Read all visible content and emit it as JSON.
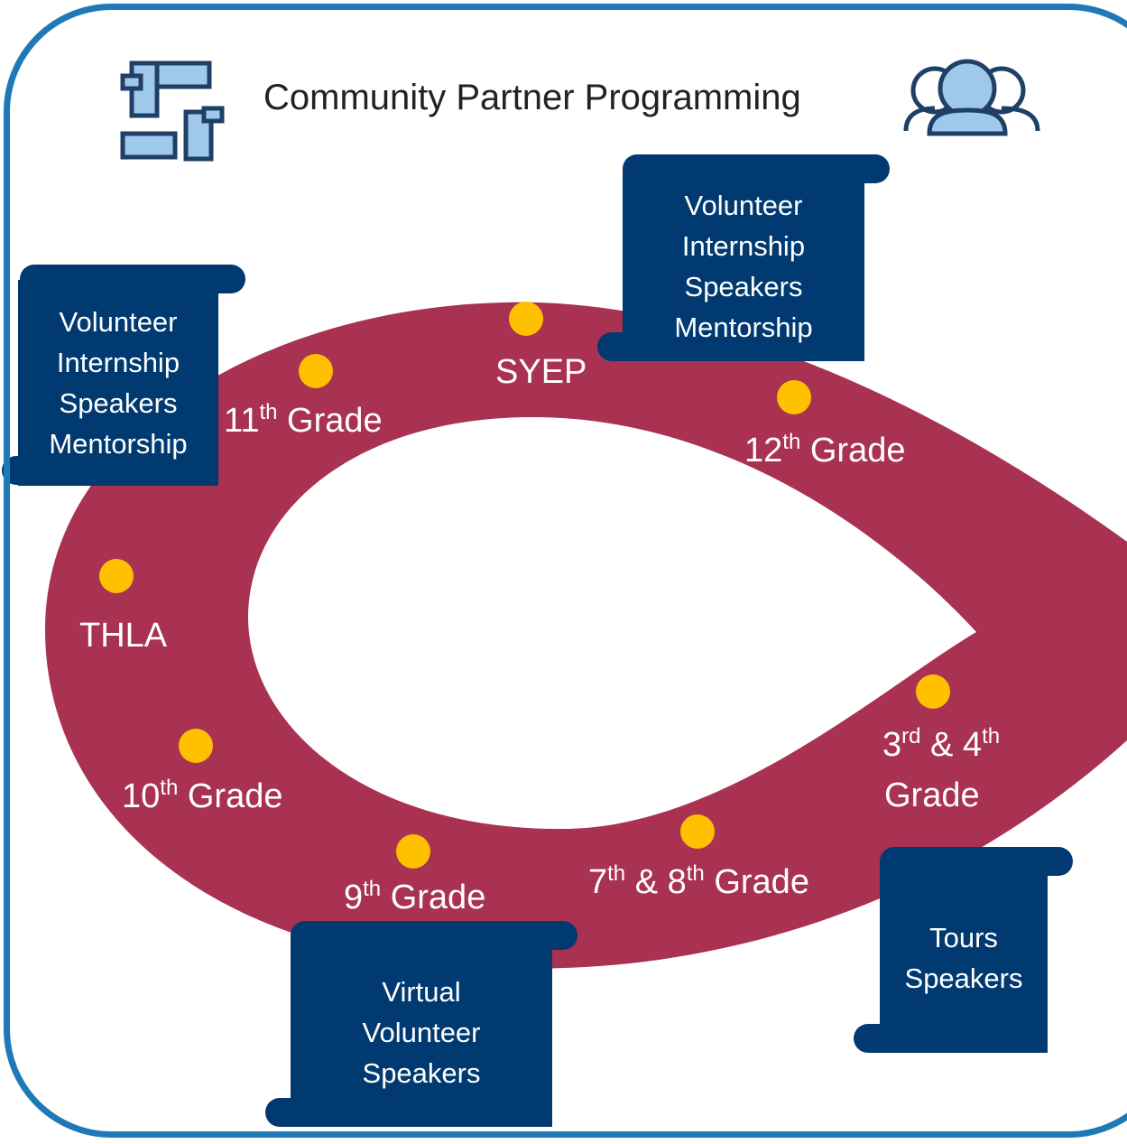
{
  "title": "Community Partner Programming",
  "icons": [
    "hands-teamwork-icon",
    "people-group-icon"
  ],
  "colors": {
    "track": "#a93152",
    "dot": "#ffc000",
    "scroll": "#003a70",
    "frame": "#1e79b6"
  },
  "stages": [
    {
      "main": "SYEP",
      "sup": "",
      "rest": ""
    },
    {
      "main": "11",
      "sup": "th",
      "rest": " Grade"
    },
    {
      "main": "12",
      "sup": "th",
      "rest": " Grade"
    },
    {
      "main": "THLA",
      "sup": "",
      "rest": ""
    },
    {
      "main": "10",
      "sup": "th",
      "rest": " Grade"
    },
    {
      "main": "9",
      "sup": "th",
      "rest": " Grade"
    },
    {
      "main": "7",
      "sup": "th",
      "rest": " & 8",
      "sup2": "th",
      "rest2": " Grade"
    },
    {
      "main": "3",
      "sup": "rd",
      "rest": " & 4",
      "sup2": "th",
      "line2": "Grade"
    }
  ],
  "scrolls": [
    {
      "lines": [
        "Volunteer",
        "Internship",
        "Speakers",
        "Mentorship"
      ]
    },
    {
      "lines": [
        "Volunteer",
        "Internship",
        "Speakers",
        "Mentorship"
      ]
    },
    {
      "lines": [
        "Virtual",
        "Volunteer",
        "Speakers"
      ]
    },
    {
      "lines": [
        "Tours",
        "Speakers"
      ]
    }
  ]
}
